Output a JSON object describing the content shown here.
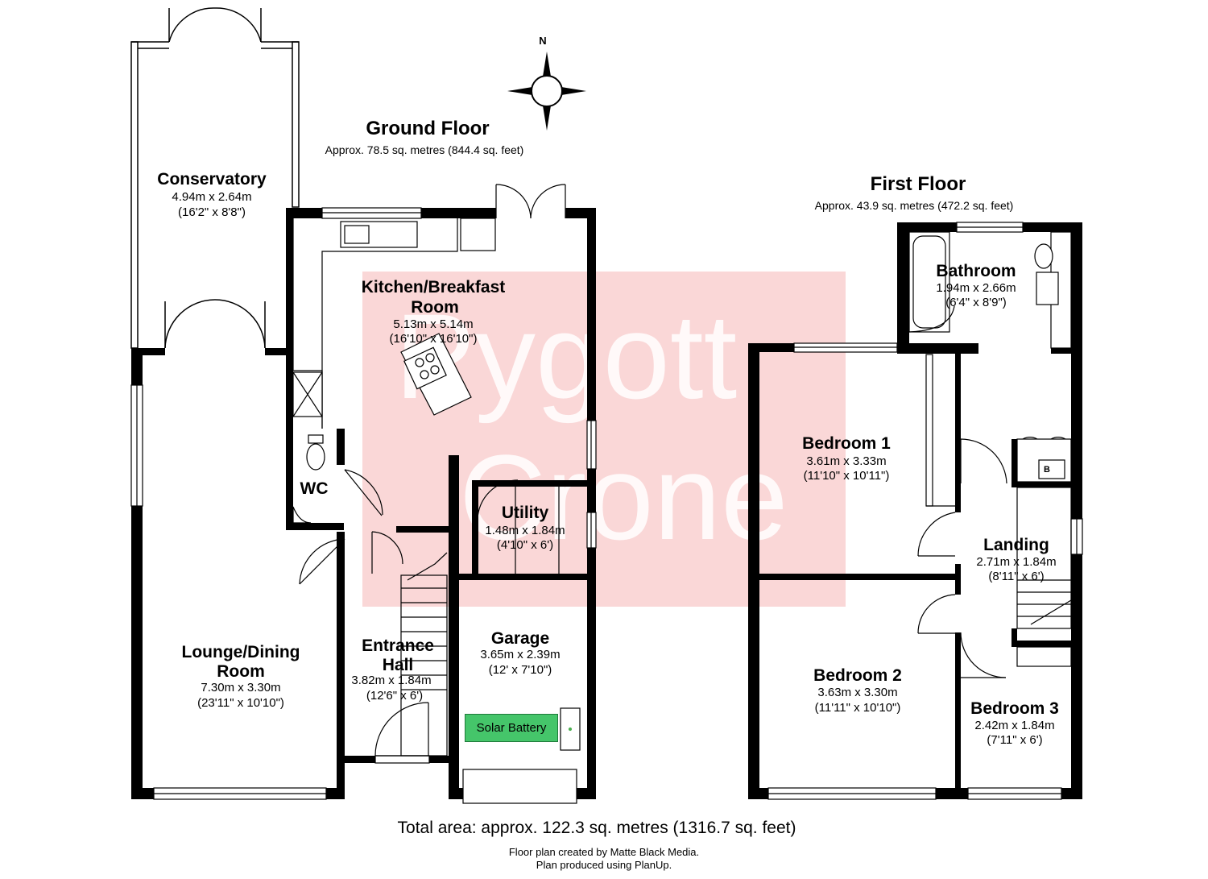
{
  "ground_floor": {
    "title": "Ground Floor",
    "area": "Approx. 78.5 sq. metres (844.4 sq. feet)",
    "rooms": {
      "conservatory": {
        "name": "Conservatory",
        "metric": "4.94m x 2.64m",
        "imperial": "(16'2\" x 8'8\")"
      },
      "kitchen": {
        "name_line1": "Kitchen/Breakfast",
        "name_line2": "Room",
        "metric": "5.13m x 5.14m",
        "imperial": "(16'10\" x 16'10\")"
      },
      "wc": {
        "name": "WC"
      },
      "utility": {
        "name": "Utility",
        "metric": "1.48m x 1.84m",
        "imperial": "(4'10\" x 6')"
      },
      "garage": {
        "name": "Garage",
        "metric": "3.65m x 2.39m",
        "imperial": "(12' x 7'10\")"
      },
      "lounge": {
        "name_line1": "Lounge/Dining",
        "name_line2": "Room",
        "metric": "7.30m x 3.30m",
        "imperial": "(23'11\" x 10'10\")"
      },
      "hall": {
        "name_line1": "Entrance",
        "name_line2": "Hall",
        "metric": "3.82m x 1.84m",
        "imperial": "(12'6\" x 6')"
      }
    },
    "solar_battery": "Solar Battery"
  },
  "first_floor": {
    "title": "First Floor",
    "area": "Approx. 43.9 sq. metres (472.2 sq. feet)",
    "rooms": {
      "bathroom": {
        "name": "Bathroom",
        "metric": "1.94m x 2.66m",
        "imperial": "(6'4\" x 8'9\")"
      },
      "bedroom1": {
        "name": "Bedroom 1",
        "metric": "3.61m x 3.33m",
        "imperial": "(11'10\" x 10'11\")"
      },
      "landing": {
        "name": "Landing",
        "metric": "2.71m x 1.84m",
        "imperial": "(8'11\" x 6')"
      },
      "bedroom2": {
        "name": "Bedroom 2",
        "metric": "3.63m x 3.30m",
        "imperial": "(11'11\" x 10'10\")"
      },
      "bedroom3": {
        "name": "Bedroom 3",
        "metric": "2.42m x 1.84m",
        "imperial": "(7'11\" x 6')"
      }
    },
    "boiler_mark": "B"
  },
  "compass": {
    "north": "N"
  },
  "watermark": {
    "line1": "Pygott",
    "line2": "Crone",
    "color": "#ee7070"
  },
  "total_area": "Total area: approx. 122.3 sq. metres (1316.7 sq. feet)",
  "credits": {
    "line1": "Floor plan created by Matte Black Media.",
    "line2": "Plan produced using PlanUp."
  }
}
